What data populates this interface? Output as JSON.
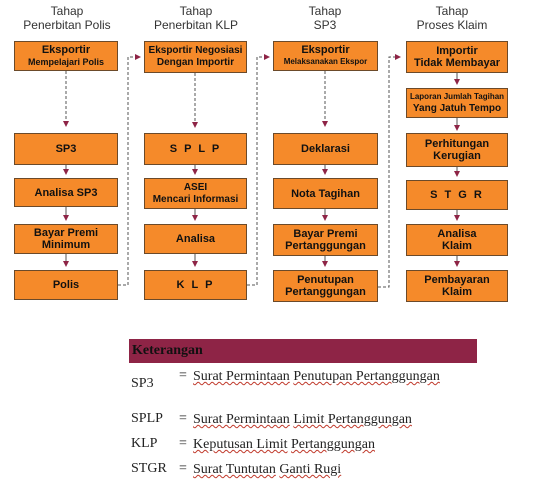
{
  "stages": [
    {
      "title_line1": "Tahap",
      "title_line2": "Penerbitan Polis"
    },
    {
      "title_line1": "Tahap",
      "title_line2": "Penerbitan KLP"
    },
    {
      "title_line1": "Tahap",
      "title_line2": "SP3"
    },
    {
      "title_line1": "Tahap",
      "title_line2": "Proses Klaim"
    }
  ],
  "col1": {
    "b1_line1": "Eksportir",
    "b1_line2": "Mempelajari Polis",
    "b2": "SP3",
    "b3": "Analisa SP3",
    "b4_line1": "Bayar Premi",
    "b4_line2": "Minimum",
    "b5": "Polis"
  },
  "col2": {
    "b1_line1": "Eksportir Negosiasi",
    "b1_line2": "Dengan Importir",
    "b2": "S P L P",
    "b3_line1": "ASEI",
    "b3_line2": "Mencari Informasi",
    "b4": "Analisa",
    "b5": "K L P"
  },
  "col3": {
    "b1_line1": "Eksportir",
    "b1_line2": "Melaksanakan Ekspor",
    "b2": "Deklarasi",
    "b3": "Nota Tagihan",
    "b4_line1": "Bayar Premi",
    "b4_line2": "Pertanggungan",
    "b5_line1": "Penutupan",
    "b5_line2": "Pertanggungan"
  },
  "col4": {
    "b1_line1": "Importir",
    "b1_line2": "Tidak Membayar",
    "b2_line1": "Laporan Jumlah Tagihan",
    "b2_line2": "Yang Jatuh Tempo",
    "b3_line1": "Perhitungan",
    "b3_line2": "Kerugian",
    "b4": "S T G R",
    "b5_line1": "Analisa",
    "b5_line2": "Klaim",
    "b6_line1": "Pembayaran",
    "b6_line2": "Klaim"
  },
  "legend": {
    "header": "Keterangan",
    "items": [
      {
        "term": "SP3",
        "eq": "=",
        "def_part1": "Surat Permintaan",
        "def_part2": "Penutupan Pertanggungan"
      },
      {
        "term": "SPLP",
        "eq": "=",
        "def_part1": "Surat Permintaan",
        "def_part2": "Limit Pertanggungan"
      },
      {
        "term": "KLP",
        "eq": "=",
        "def_part1": "Keputusan Limit",
        "def_part2": "Pertanggungan"
      },
      {
        "term": "STGR",
        "eq": "=",
        "def_part1": "Surat Tuntutan",
        "def_part2": "Ganti Rugi"
      }
    ]
  },
  "colors": {
    "box_fill": "#f58a2a",
    "box_border": "#6b4a2a",
    "arrow": "#8e2446",
    "legend_header": "#8e2446"
  }
}
